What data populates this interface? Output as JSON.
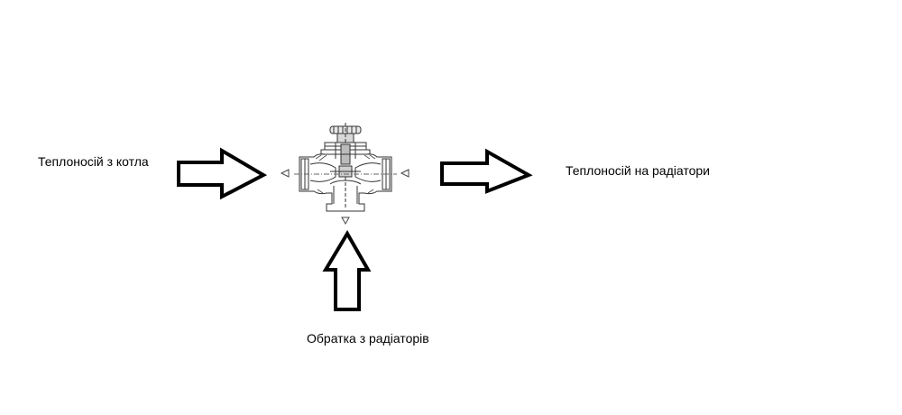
{
  "labels": {
    "supply_from_boiler": "Теплоносій з котла",
    "supply_to_radiators": "Теплоносій на радіатори",
    "return_from_radiators": "Обратка з радіаторів"
  },
  "colors": {
    "stroke": "#000000",
    "fill": "#ffffff",
    "valve_line": "#333333"
  },
  "icons": {
    "valve": "three-way-valve-icon",
    "arrow": "block-arrow"
  }
}
